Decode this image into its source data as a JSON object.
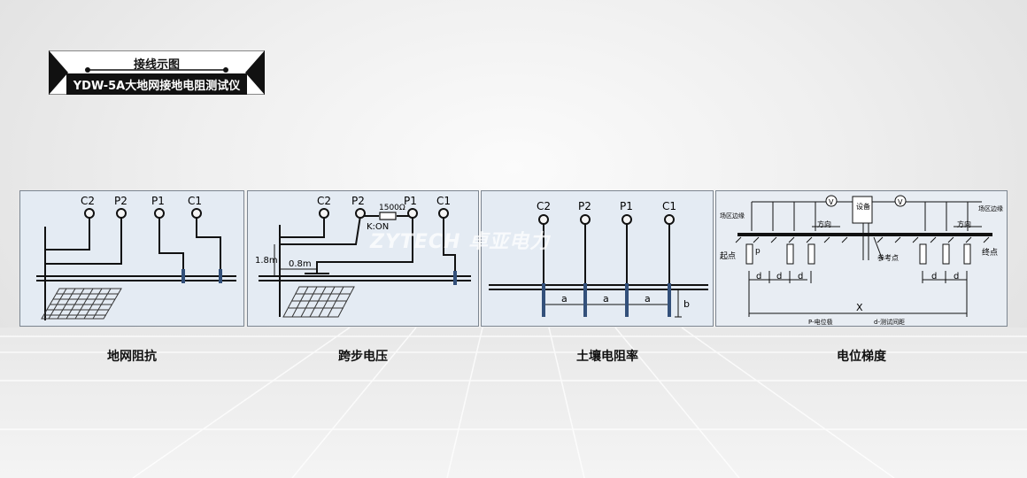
{
  "header": {
    "title": "接线示图",
    "model": "YDW-5A大地网接地电阻测试仪"
  },
  "watermark": "ZYTECH 卓亚电力",
  "panels": {
    "ground_impedance": {
      "caption": "地网阻抗",
      "labels": {
        "c2": "C2",
        "p2": "P2",
        "p1": "P1",
        "c1": "C1"
      }
    },
    "step_voltage": {
      "caption": "跨步电压",
      "labels": {
        "c2": "C2",
        "p2": "P2",
        "p1": "P1",
        "c1": "C1",
        "resistor": "1500Ω",
        "switch": "K:ON",
        "height": "1.8m",
        "distance": "0.8m"
      }
    },
    "soil_resistivity": {
      "caption": "土壤电阻率",
      "labels": {
        "c2": "C2",
        "p2": "P2",
        "p1": "P1",
        "c1": "C1",
        "spacing": "a",
        "depth": "b"
      }
    },
    "potential_gradient": {
      "caption": "电位梯度",
      "labels": {
        "v": "V",
        "device": "设备",
        "site_edge_left": "场区边缘",
        "site_edge_right": "场区边缘",
        "direction": "方向",
        "start": "起点",
        "end": "终点",
        "reference": "参考点",
        "p": "p",
        "d": "d",
        "x": "X",
        "p_note": "P-电位极",
        "d_note": "d-测试间距"
      }
    }
  },
  "colors": {
    "panel_bg": "#e4ebf3",
    "electrode": "#33507a",
    "line": "#111111"
  }
}
